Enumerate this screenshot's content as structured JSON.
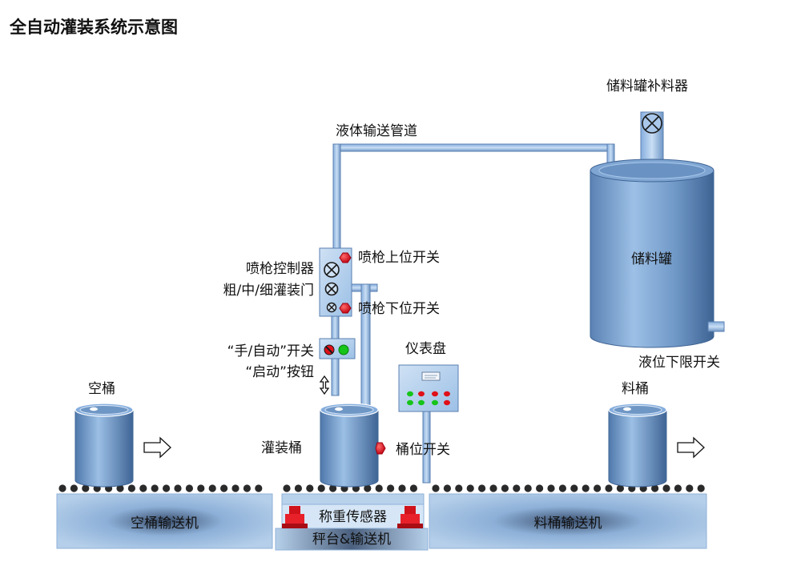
{
  "title": "全自动灌装系统示意图",
  "labels": {
    "tank_refill": "储料罐补料器",
    "pipe": "液体输送管道",
    "tank": "储料罐",
    "gun_up_switch": "喷枪上位开关",
    "gun_controller": "喷枪控制器",
    "fill_gates": "粗/中/细灌装门",
    "gun_down_switch": "喷枪下位开关",
    "manual_auto_switch": "“手/自动”开关",
    "start_button": "“启动”按钮",
    "panel": "仪表盘",
    "low_level_switch": "液位下限开关",
    "empty_barrel": "空桶",
    "filled_barrel": "料桶",
    "filling_barrel": "灌装桶",
    "barrel_switch": "桶位开关",
    "empty_conveyor": "空桶输送机",
    "weigh_sensor": "称重传感器",
    "platform_conveyor": "秤台&输送机",
    "full_conveyor": "料桶输送机"
  },
  "colors": {
    "pipe_fill": "#9fc3e8",
    "pipe_stroke": "#5a7fb0",
    "tank_fill": "#6d95c4",
    "tank_dark": "#3f6494",
    "conveyor_fill": "#8fb2da",
    "roller": "#2a2a2a",
    "indicator_red": "#e0101a",
    "indicator_green": "#16c41a",
    "sensor_red": "#d0121a"
  }
}
